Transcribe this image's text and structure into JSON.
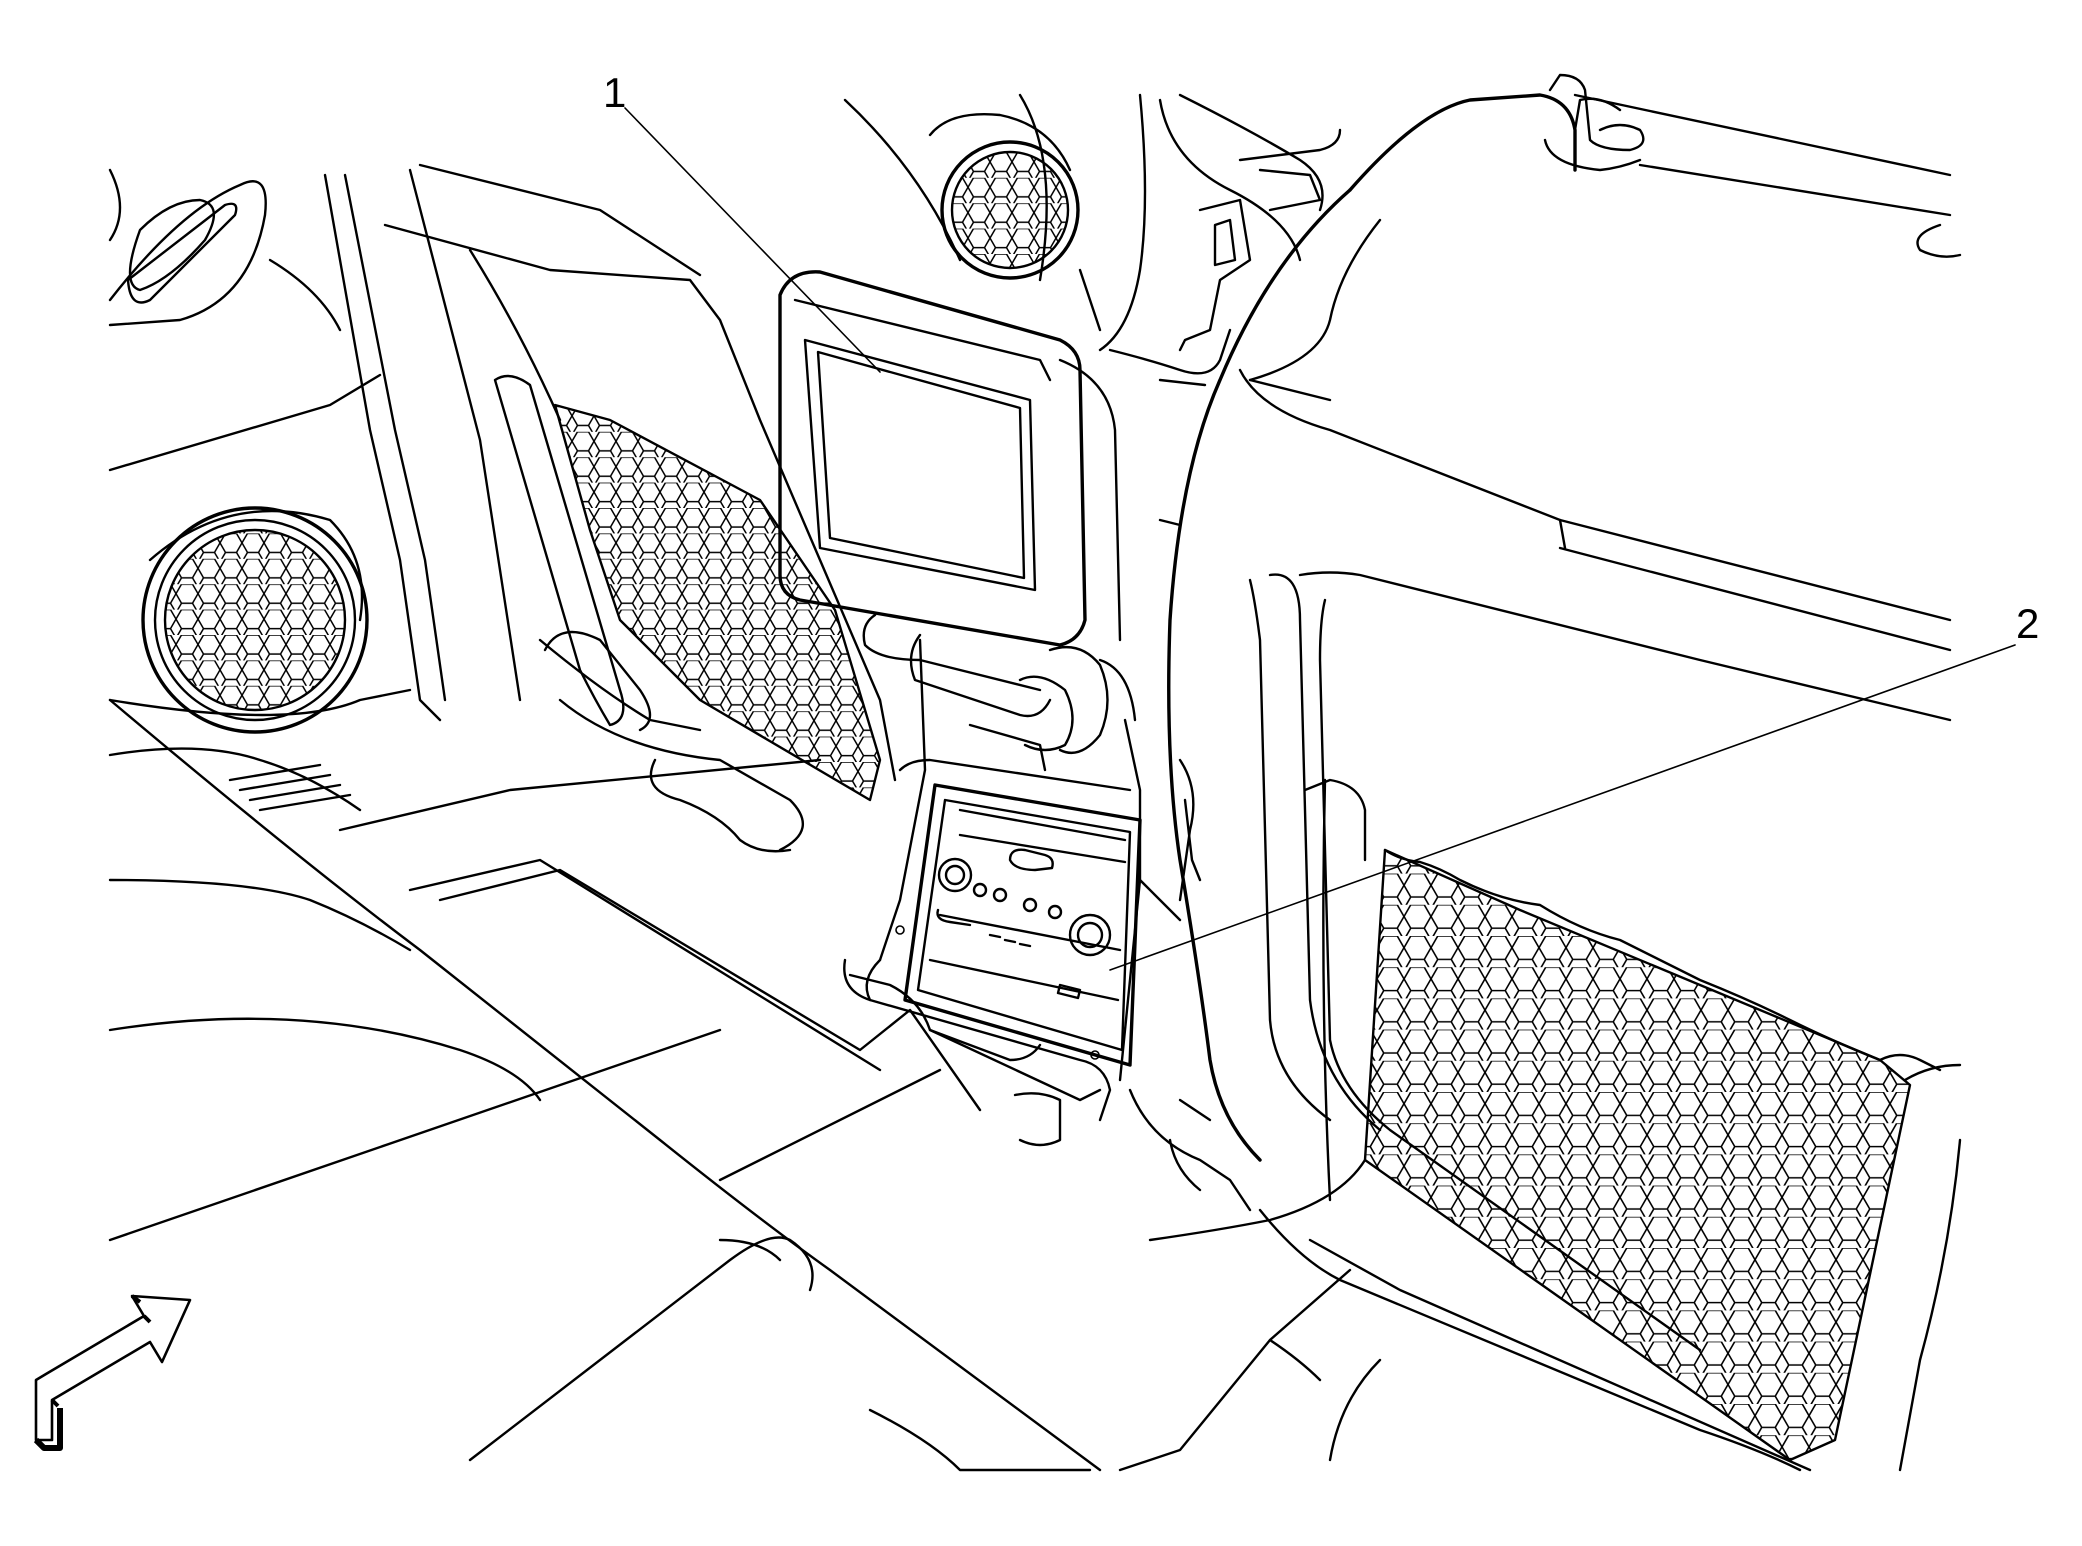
{
  "callouts": [
    {
      "id": "1",
      "label": "1"
    },
    {
      "id": "2",
      "label": "2"
    }
  ],
  "icons": {
    "orientation_arrow": "forward-arrow-icon"
  },
  "colors": {
    "line": "#000000",
    "background": "#ffffff"
  }
}
